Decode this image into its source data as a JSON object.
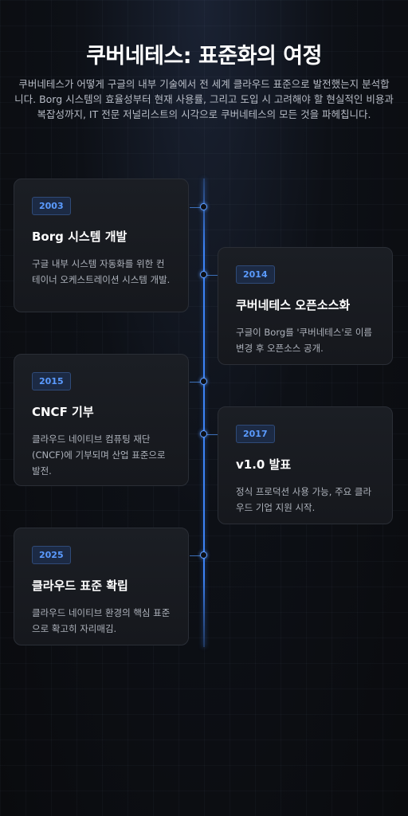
{
  "header": {
    "title": "쿠버네테스: 표준화의 여정",
    "subtitle": "쿠버네테스가 어떻게 구글의 내부 기술에서 전 세계 클라우드 표준으로 발전했는지 분석합니다. Borg 시스템의 효율성부터 현재 사용률, 그리고 도입 시 고려해야 할 현실적인 비용과 복잡성까지, IT 전문 저널리스트의 시각으로 쿠버네테스의 모든 것을 파헤칩니다."
  },
  "timeline": [
    {
      "year": "2003",
      "title": "Borg 시스템 개발",
      "description": "구글 내부 시스템 자동화를 위한 컨테이너 오케스트레이션 시스템 개발."
    },
    {
      "year": "2014",
      "title": "쿠버네테스 오픈소스화",
      "description": "구글이 Borg를 '쿠버네테스'로 이름 변경 후 오픈소스 공개."
    },
    {
      "year": "2015",
      "title": "CNCF 기부",
      "description": "클라우드 네이티브 컴퓨팅 재단(CNCF)에 기부되며 산업 표준으로 발전."
    },
    {
      "year": "2017",
      "title": "v1.0 발표",
      "description": "정식 프로덕션 사용 가능, 주요 클라우드 기업 지원 시작."
    },
    {
      "year": "2025",
      "title": "클라우드 표준 확립",
      "description": "클라우드 네이티브 환경의 핵심 표준으로 확고히 자리매김."
    }
  ]
}
